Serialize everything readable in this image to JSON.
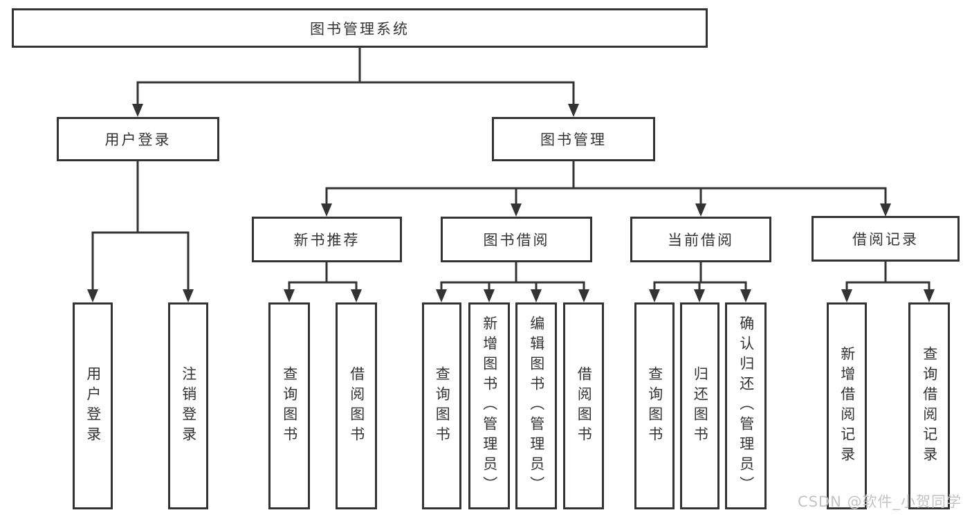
{
  "diagram": {
    "root": "图书管理系统",
    "user_login": {
      "label": "用户登录",
      "children": [
        "用户登录",
        "注销登录"
      ]
    },
    "book_mgmt": {
      "label": "图书管理",
      "sections": [
        {
          "label": "新书推荐",
          "children": [
            "查询图书",
            "借阅图书"
          ]
        },
        {
          "label": "图书借阅",
          "children": [
            "查询图书",
            "新增图书（管理员）",
            "编辑图书（管理员）",
            "借阅图书"
          ]
        },
        {
          "label": "当前借阅",
          "children": [
            "查询图书",
            "归还图书",
            "确认归还（管理员）"
          ]
        },
        {
          "label": "借阅记录",
          "children": [
            "新增借阅记录",
            "查询借阅记录"
          ]
        }
      ]
    }
  },
  "watermark": "CSDN @软件_小贺同学",
  "colors": {
    "line": "#333333",
    "text": "#333333",
    "box_background": "#ffffff",
    "watermark": "#c4c4c4"
  }
}
